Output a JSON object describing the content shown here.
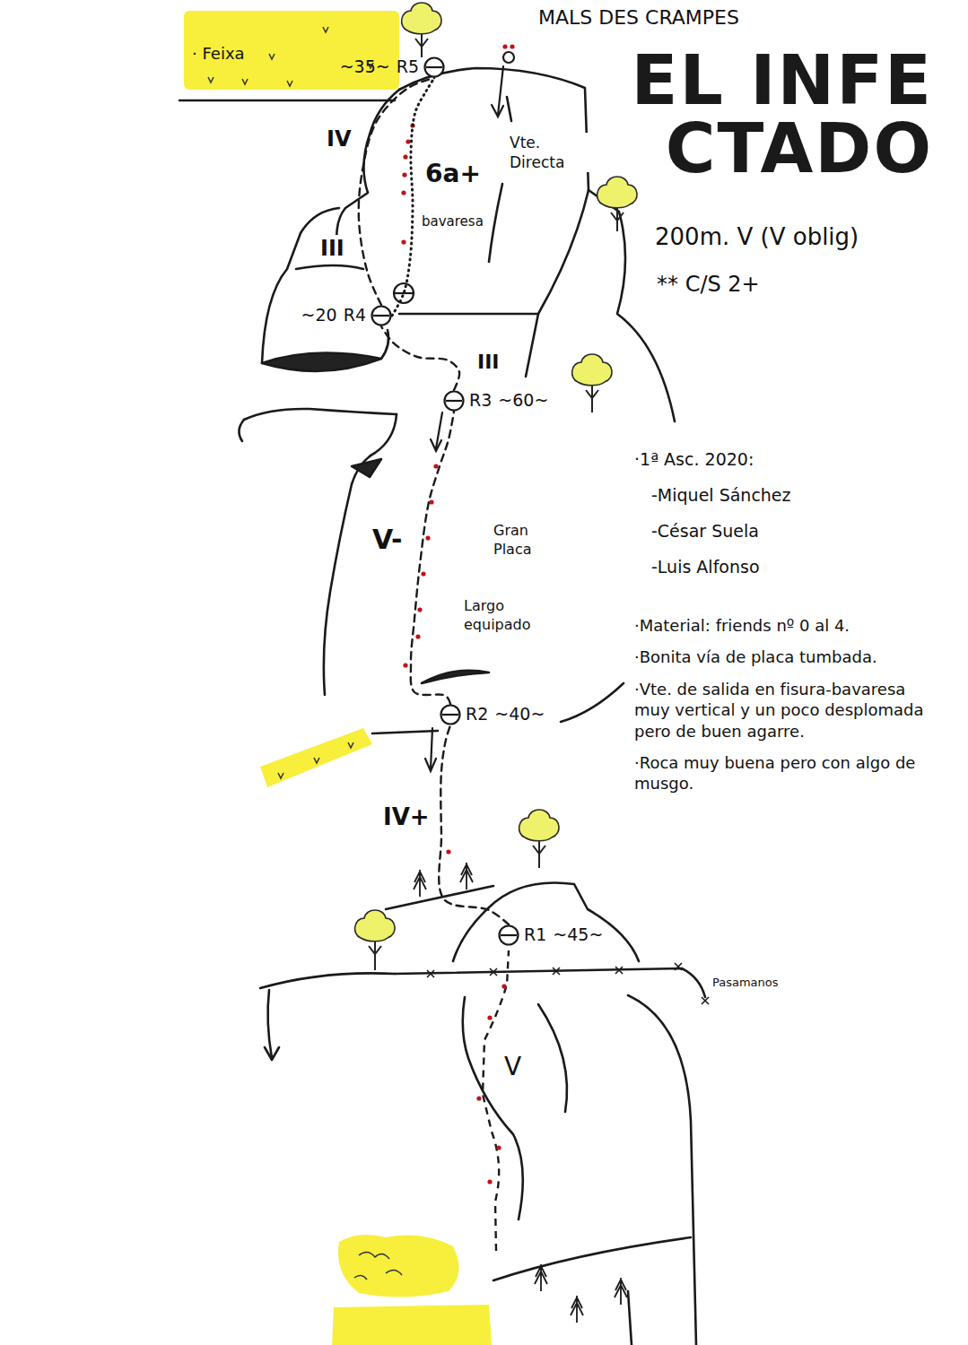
{
  "diagram": {
    "title": "EL INFE CTADO",
    "nodes": [
      {
        "text": [
          "~35~",
          "R5"
        ]
      },
      {
        "text": [
          "~20",
          "R4"
        ]
      },
      {
        "text": [
          "R3",
          "~60~"
        ]
      },
      {
        "text": [
          "R2",
          "~40~"
        ]
      },
      {
        "text": [
          "R1",
          "~45~"
        ]
      }
    ],
    "edges": [
      {
        "from": 4,
        "to": 3,
        "label": "IV+",
        "arrow": "none"
      },
      {
        "from": 3,
        "to": 2,
        "label": "V-",
        "arrow": "none"
      },
      {
        "from": 2,
        "to": 1,
        "label": "III",
        "arrow": "none"
      },
      {
        "from": 1,
        "to": 0,
        "label": "IV",
        "arrow": "none"
      },
      {
        "from": 1,
        "to": 0,
        "label": "6a+",
        "arrow": "none"
      }
    ],
    "labels": [
      "MALS DES CRAMPES",
      "· Feixa",
      "III",
      "Vte. Directa",
      "bavaresa",
      "200m. V (V oblig)",
      "** C/S 2+",
      "·1ª Asc. 2020:",
      "-Miquel Sánchez",
      "-César Suela",
      "-Luis Alfonso",
      "Gran Placa",
      "Largo equipado",
      "·Material: friends nº 0 al 4.",
      "·Bonita vía de placa tumbada.",
      "·Vte. de salida en fisura-bavaresa muy vertical y un poco desplomada pero de buen agarre.",
      "·Roca muy buena pero con algo de musgo.",
      "Pasamanos",
      "V"
    ]
  }
}
